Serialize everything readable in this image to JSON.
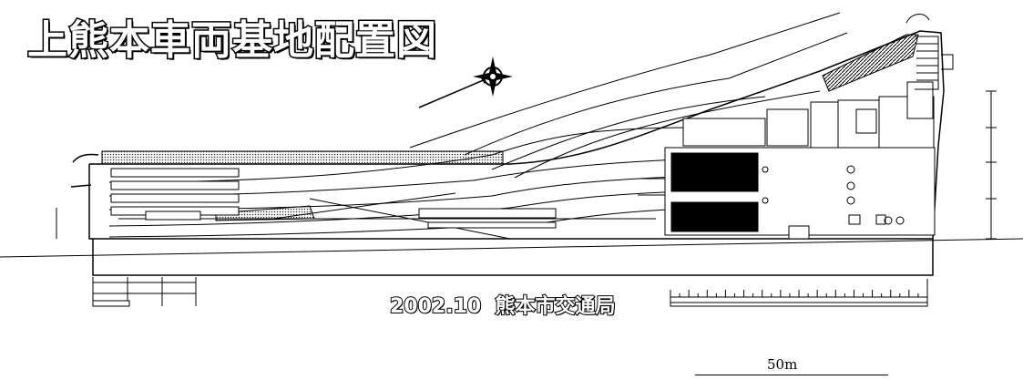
{
  "title": "上熊本車両基地配置図",
  "caption": {
    "date": "2002.10",
    "org": "熊本市交通局"
  },
  "scale_bar": {
    "label": "50m"
  },
  "colors": {
    "ink": "#000000",
    "background": "#ffffff",
    "hatch": "#555555"
  }
}
